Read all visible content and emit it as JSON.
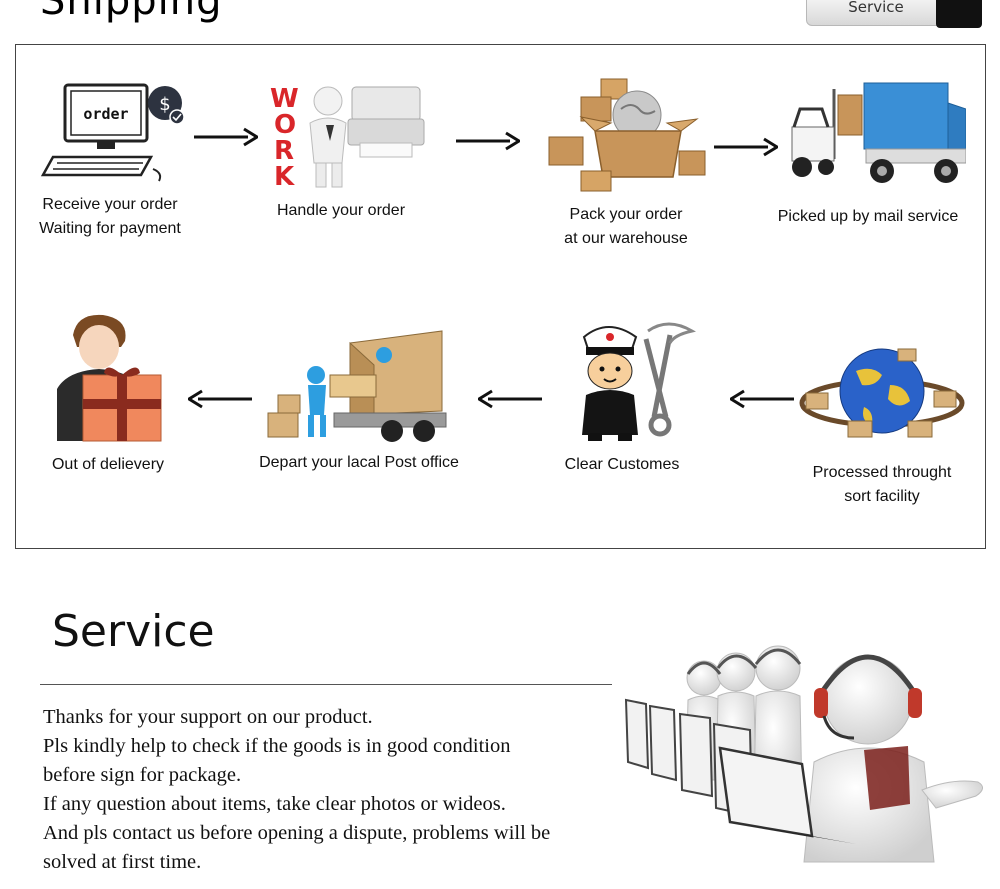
{
  "shipping": {
    "title": "Shipping",
    "badge_label": "Service",
    "steps": [
      {
        "label": "Receive your order\nWaiting for payment",
        "icon": "computer-order-icon",
        "image_text": "order"
      },
      {
        "label": "Handle your order",
        "icon": "work-printer-icon",
        "image_text": "WORK"
      },
      {
        "label": "Pack your order\nat our warehouse",
        "icon": "packages-globe-icon"
      },
      {
        "label": "Picked up by mail service",
        "icon": "forklift-truck-icon"
      },
      {
        "label": "Processed throught\nsort facility",
        "icon": "globe-trucks-icon"
      },
      {
        "label": "Clear Customes",
        "icon": "customs-officer-icon"
      },
      {
        "label": "Depart your lacal Post office",
        "icon": "loading-truck-icon"
      },
      {
        "label": "Out of delievery",
        "icon": "gift-delivery-icon"
      }
    ]
  },
  "service": {
    "title": "Service",
    "lines": [
      "Thanks for your support on our product.",
      "Pls kindly help to check if the goods is in good condition",
      "before sign for package.",
      "If any question about items, take clear photos or wideos.",
      "And pls contact us before opening a dispute, problems will be",
      "solved at first time."
    ]
  },
  "colors": {
    "work_red": "#d9262a",
    "truck_blue": "#3a8fd6",
    "box_brown": "#c8955a",
    "globe_blue": "#2a62c9"
  }
}
